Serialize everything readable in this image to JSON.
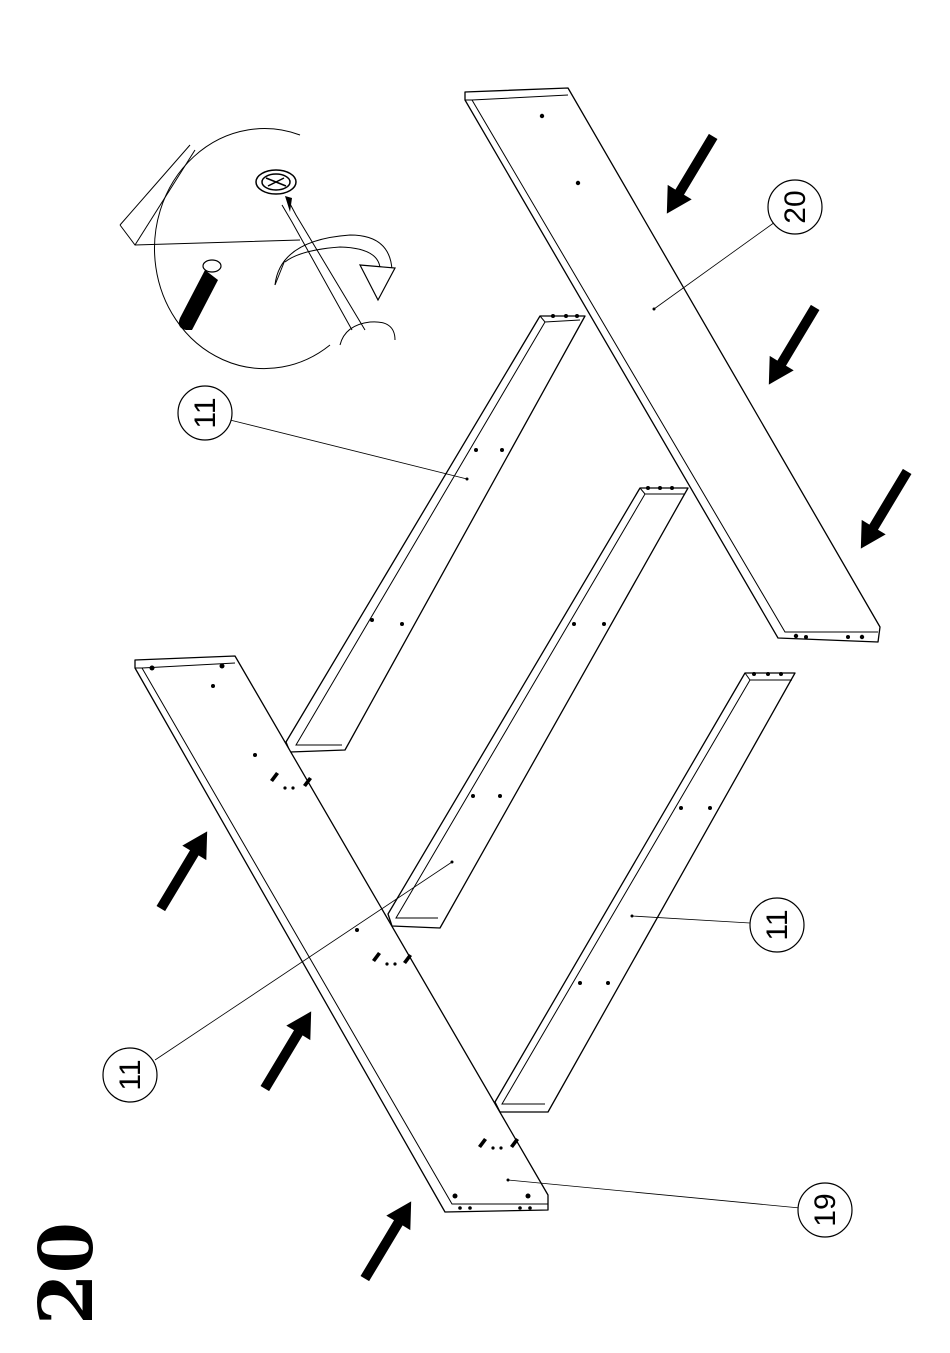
{
  "step": {
    "number": "20"
  },
  "callouts": [
    {
      "id": "callout-20",
      "label": "20"
    },
    {
      "id": "callout-11-top",
      "label": "11"
    },
    {
      "id": "callout-11-left",
      "label": "11"
    },
    {
      "id": "callout-11-right",
      "label": "11"
    },
    {
      "id": "callout-19",
      "label": "19"
    }
  ],
  "detail": {
    "icon": "screwdriver-cam-lock-icon",
    "tools": [
      "dowel-icon",
      "screwdriver-icon",
      "rotate-arrow-icon"
    ]
  },
  "arrows": [
    {
      "id": "arrow-top-1",
      "icon": "push-arrow-icon"
    },
    {
      "id": "arrow-top-2",
      "icon": "push-arrow-icon"
    },
    {
      "id": "arrow-top-3",
      "icon": "push-arrow-icon"
    },
    {
      "id": "arrow-bottom-1",
      "icon": "push-arrow-icon"
    },
    {
      "id": "arrow-bottom-2",
      "icon": "push-arrow-icon"
    },
    {
      "id": "arrow-bottom-3",
      "icon": "push-arrow-icon"
    }
  ]
}
